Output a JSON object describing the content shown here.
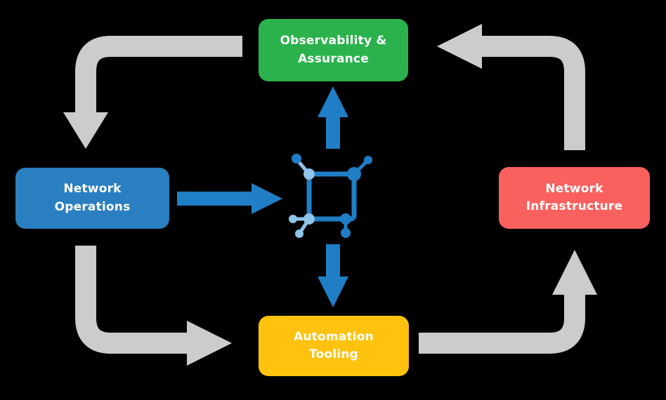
{
  "diagram": {
    "nodes": {
      "observability": {
        "label": "Observability & Assurance",
        "color": "#2bb24c"
      },
      "operations": {
        "label": "Network Operations",
        "color": "#2a7fc1"
      },
      "infrastructure": {
        "label": "Network Infrastructure",
        "color": "#f9615e"
      },
      "automation": {
        "label": "Automation Tooling",
        "color": "#ffc20e"
      }
    },
    "arrows": {
      "gray": "#cccccc",
      "blue": "#1f7ec5"
    },
    "icon": {
      "name": "network-node-icon",
      "dark_blue": "#1f7ec5",
      "light_blue": "#8fc3ea"
    },
    "text_color": "#ffffff",
    "background": "#000000",
    "flow": [
      "Observability & Assurance -> Network Operations",
      "Network Operations -> Automation Tooling",
      "Automation Tooling -> Network Infrastructure",
      "Network Infrastructure -> Observability & Assurance",
      "Network Operations -> center icon",
      "center icon -> Observability & Assurance",
      "center icon -> Automation Tooling"
    ]
  }
}
